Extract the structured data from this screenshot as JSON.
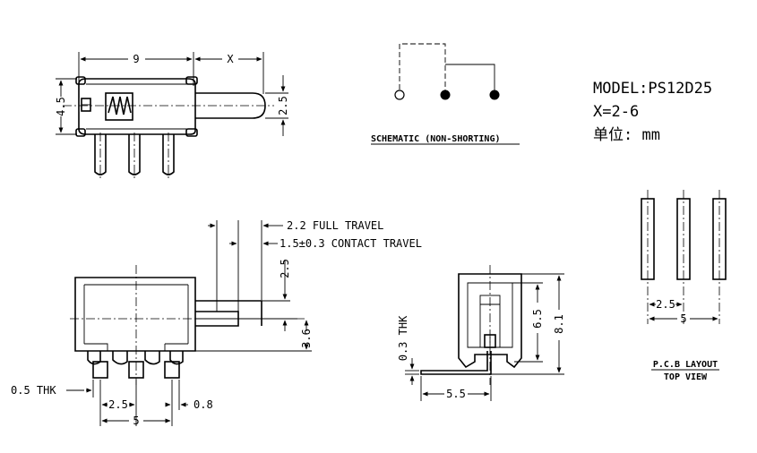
{
  "specs": {
    "model": "MODEL:PS12D25",
    "x_range": "X=2-6",
    "unit": "单位: mm"
  },
  "schematic": {
    "caption": "SCHEMATIC (NON-SHORTING)"
  },
  "side_view": {
    "length": "9",
    "extension": "X",
    "height": "4.5",
    "actuator_height": "2.5"
  },
  "front_view": {
    "full_travel": "2.2 FULL TRAVEL",
    "contact_travel": "1.5±0.3 CONTACT TRAVEL",
    "actuator_height": "2.5",
    "actuator_offset": "3.6",
    "lead_thickness": "0.5 THK",
    "pitch": "2.5",
    "span": "5",
    "lead_width": "0.8"
  },
  "end_view": {
    "thickness": "0.3 THK",
    "height_inner": "6.5",
    "height_outer": "8.1",
    "lead_length": "5.5"
  },
  "pcb_layout": {
    "pitch": "2.5",
    "span": "5",
    "title": "P.C.B LAYOUT",
    "subtitle": "TOP VIEW"
  }
}
